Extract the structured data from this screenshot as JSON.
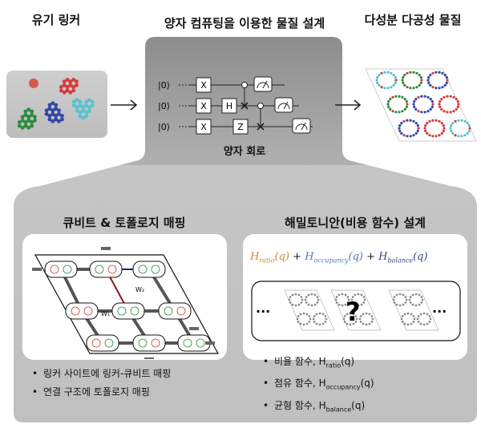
{
  "header": {
    "left_title": "유기 링커",
    "center_title": "양자 컴퓨팅을 이용한 물질 설계",
    "right_title": "다성분 다공성 물질"
  },
  "circuit": {
    "label": "양자 회로",
    "qubit_states": [
      "|0⟩",
      "|0⟩",
      "|0⟩"
    ],
    "gates": [
      "X",
      "X",
      "X",
      "H",
      "Z"
    ]
  },
  "left_panel": {
    "title": "큐비트 & 토폴로지 매핑",
    "w1": "W₁",
    "w2": "W₂",
    "bullets": [
      "링커 사이트에 링커-큐비트 매핑",
      "연결 구조에 토폴로지 매핑"
    ]
  },
  "right_panel": {
    "title": "해밀토니안(비용 함수) 설계",
    "ham_terms": [
      {
        "H": "H",
        "sub": "ratio",
        "arg": "(q)",
        "color": "#d9822b"
      },
      {
        "H": "H",
        "sub": "occupancy",
        "arg": "(q)",
        "color": "#4a7bb5"
      },
      {
        "H": "H",
        "sub": "balance",
        "arg": "(q)",
        "color": "#2e4a7d"
      }
    ],
    "plus": "+",
    "ellipsis": "···",
    "question": "?",
    "bullets": [
      {
        "text": "비율 함수, H",
        "sub": "ratio",
        "tail": "(q)"
      },
      {
        "text": "점유 함수, H",
        "sub": "occupancy",
        "tail": "(q)"
      },
      {
        "text": "균형 함수, H",
        "sub": "balance",
        "tail": "(q)"
      }
    ]
  },
  "colors": {
    "panel_dark": "#8a8a8a",
    "panel_light": "#c4c4c4",
    "linker_red": "#d83a3a",
    "linker_green": "#2f8a3f",
    "linker_blue": "#2f46a8",
    "linker_cyan": "#57c3cc",
    "w1_line": "#8b1a1a",
    "w2_line": "#1a237e"
  }
}
